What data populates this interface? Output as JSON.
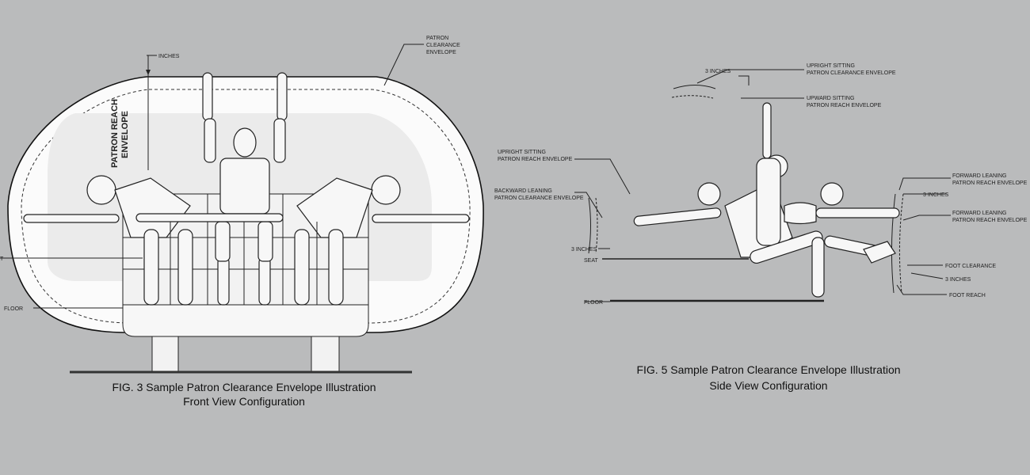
{
  "figure3": {
    "caption_line1": "FIG. 3 Sample Patron Clearance Envelope Illustration",
    "caption_line2": "Front View Configuration",
    "labels": {
      "inches": "INCHES",
      "clearance_1": "PATRON",
      "clearance_2": "CLEARANCE",
      "clearance_3": "ENVELOPE",
      "reach_1": "PATRON REACH",
      "reach_2": "ENVELOPE",
      "seat": "T",
      "floor": "FLOOR"
    }
  },
  "figure5": {
    "caption_line1": "FIG. 5 Sample Patron Clearance Envelope Illustration",
    "caption_line2": "Side View Configuration",
    "labels": {
      "top_inches": "3 INCHES",
      "upright_clearance_1": "UPRIGHT SITTING",
      "upright_clearance_2": "PATRON CLEARANCE ENVELOPE",
      "upward_reach_1": "UPWARD SITTING",
      "upward_reach_2": "PATRON REACH ENVELOPE",
      "upright_reach_1": "UPRIGHT SITTING",
      "upright_reach_2": "PATRON REACH ENVELOPE",
      "backward_clearance_1": "BACKWARD LEANING",
      "backward_clearance_2": "PATRON CLEARANCE ENVELOPE",
      "left_inches": "3 INCHES",
      "seat": "SEAT",
      "floor": "FLOOR",
      "forward_reach_1": "FORWARD LEANING",
      "forward_reach_2": "PATRON REACH ENVELOPE",
      "right_inches": "3 INCHES",
      "forward_reach_b_1": "FORWARD LEANING",
      "forward_reach_b_2": "PATRON REACH ENVELOPE",
      "foot_clearance": "FOOT CLEARANCE",
      "foot_inches": "3 INCHES",
      "foot_reach": "FOOT REACH"
    }
  }
}
